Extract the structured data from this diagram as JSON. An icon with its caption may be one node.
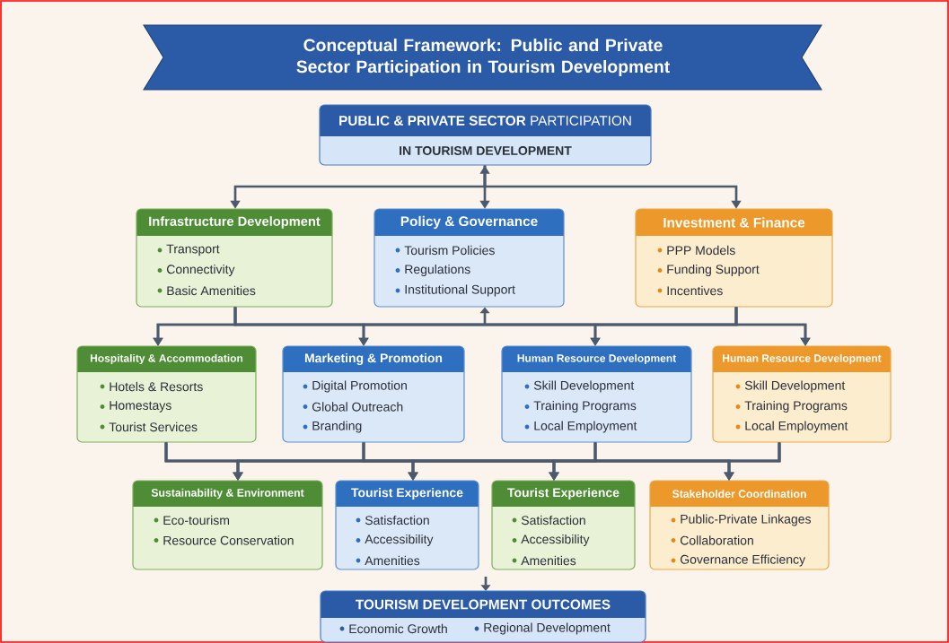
{
  "diagram": {
    "title": "Conceptual Framework: Public and Private Sector Participation in Tourism Development",
    "nodes": [
      {
        "text": [
          "**PUBLIC & PRIVATE SECTOR** PARTICIPATION",
          "IN TOURISM DEVELOPMENT"
        ]
      },
      {
        "text": [
          "Infrastructure Development",
          "Transport",
          "Connectivity",
          "Basic Amenities"
        ]
      },
      {
        "text": [
          "Policy & Governance",
          "Tourism Policies",
          "Regulations",
          "Institutional Support"
        ]
      },
      {
        "text": [
          "Investment & Finance",
          "PPP Models",
          "Funding Support",
          "Incentives"
        ]
      },
      {
        "text": [
          "Hospitality & Accommodation",
          "Hotels & Resorts",
          "Homestays",
          "Tourist Services"
        ]
      },
      {
        "text": [
          "Marketing & Promotion",
          "Digital Promotion",
          "Global Outreach",
          "Branding"
        ]
      },
      {
        "text": [
          "Human Resource Development",
          "Skill Development",
          "Training Programs",
          "Local Employment"
        ]
      },
      {
        "text": [
          "Human Resource Development",
          "Skill Development",
          "Training Programs",
          "Local Employment"
        ]
      },
      {
        "text": [
          "Sustainability & Environment",
          "Eco-tourism",
          "Resource Conservation"
        ]
      },
      {
        "text": [
          "Tourist Experience",
          "Satisfaction",
          "Accessibility",
          "Amenities"
        ]
      },
      {
        "text": [
          "Tourist Experience",
          "Satisfaction",
          "Accessibility",
          "Amenities"
        ]
      },
      {
        "text": [
          "Stakeholder Coordination",
          "Public-Private Linkages",
          "Collaboration",
          "Governance Efficiency"
        ]
      },
      {
        "text": [
          "TOURISM DEVELOPMENT OUTCOMES",
          "Economic Growth",
          "Regional Development"
        ]
      }
    ],
    "edges": [
      {
        "from": 0,
        "to": 1,
        "arrow": "to"
      },
      {
        "from": 0,
        "to": 2,
        "arrow": "both"
      },
      {
        "from": 0,
        "to": 3,
        "arrow": "to"
      },
      {
        "from": 1,
        "to": 4,
        "arrow": "to"
      },
      {
        "from": 1,
        "to": 5,
        "arrow": "to"
      },
      {
        "from": 1,
        "to": 6,
        "arrow": "to"
      },
      {
        "from": 1,
        "to": 7,
        "arrow": "to"
      },
      {
        "from": 3,
        "to": 4,
        "arrow": "to"
      },
      {
        "from": 3,
        "to": 5,
        "arrow": "to"
      },
      {
        "from": 3,
        "to": 6,
        "arrow": "to"
      },
      {
        "from": 3,
        "to": 7,
        "arrow": "to"
      },
      {
        "from": null,
        "to": 2,
        "arrow": "to"
      },
      {
        "from": 4,
        "to": 8,
        "arrow": "to"
      },
      {
        "from": 4,
        "to": 9,
        "arrow": "to"
      },
      {
        "from": 4,
        "to": 10,
        "arrow": "to"
      },
      {
        "from": 4,
        "to": 11,
        "arrow": "to"
      },
      {
        "from": 5,
        "to": 8,
        "arrow": "to"
      },
      {
        "from": 5,
        "to": 9,
        "arrow": "to"
      },
      {
        "from": 5,
        "to": 10,
        "arrow": "to"
      },
      {
        "from": 5,
        "to": 11,
        "arrow": "to"
      },
      {
        "from": 6,
        "to": 8,
        "arrow": "to"
      },
      {
        "from": 6,
        "to": 9,
        "arrow": "to"
      },
      {
        "from": 6,
        "to": 10,
        "arrow": "to"
      },
      {
        "from": 6,
        "to": 11,
        "arrow": "to"
      },
      {
        "from": 7,
        "to": 8,
        "arrow": "to"
      },
      {
        "from": 7,
        "to": 9,
        "arrow": "to"
      },
      {
        "from": 7,
        "to": 10,
        "arrow": "to"
      },
      {
        "from": 7,
        "to": 11,
        "arrow": "to"
      },
      {
        "from": null,
        "to": 12,
        "arrow": "to"
      }
    ]
  }
}
